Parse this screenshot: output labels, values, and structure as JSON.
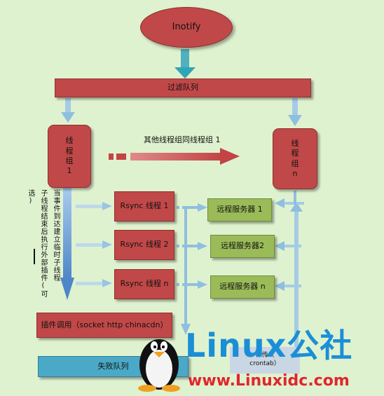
{
  "nodes": {
    "inotify": "Inotify",
    "filter_queue": "过滤队列",
    "thread_group_1": "线\n程\n组\n1",
    "thread_group_n": "线\n程\n组\nn",
    "rsync_thread_1": "Rsync 线程 1",
    "rsync_thread_2": "Rsync 线程 2",
    "rsync_thread_n": "Rsync 线程 n",
    "remote_server_1": "远程服务器 1",
    "remote_server_2": "远程服务器2",
    "remote_server_n": "远程服务器 n",
    "plugin_call": "插件调用（socket http chinacdn）",
    "fail_queue": "失败队列",
    "crontab_partial_1": "补传（",
    "crontab_partial_2": "crontab）"
  },
  "labels": {
    "same_group": "其他线程组同线程组 1",
    "note_col1": "当事件到达建立临时子线程",
    "note_col2": "子线程结束后执行外部插件(可",
    "note_col3": "选)"
  },
  "watermark": {
    "logo_text": "Linux公社",
    "url": "www.Linuxidc.com"
  },
  "colors": {
    "background": "#dff2cf",
    "red_box": "#c14848",
    "green_box": "#9bbb59",
    "arrow_blue": "#6fa3d6",
    "teal_arrow": "#2fa5b5",
    "fail_queue": "#4aa9c6"
  }
}
